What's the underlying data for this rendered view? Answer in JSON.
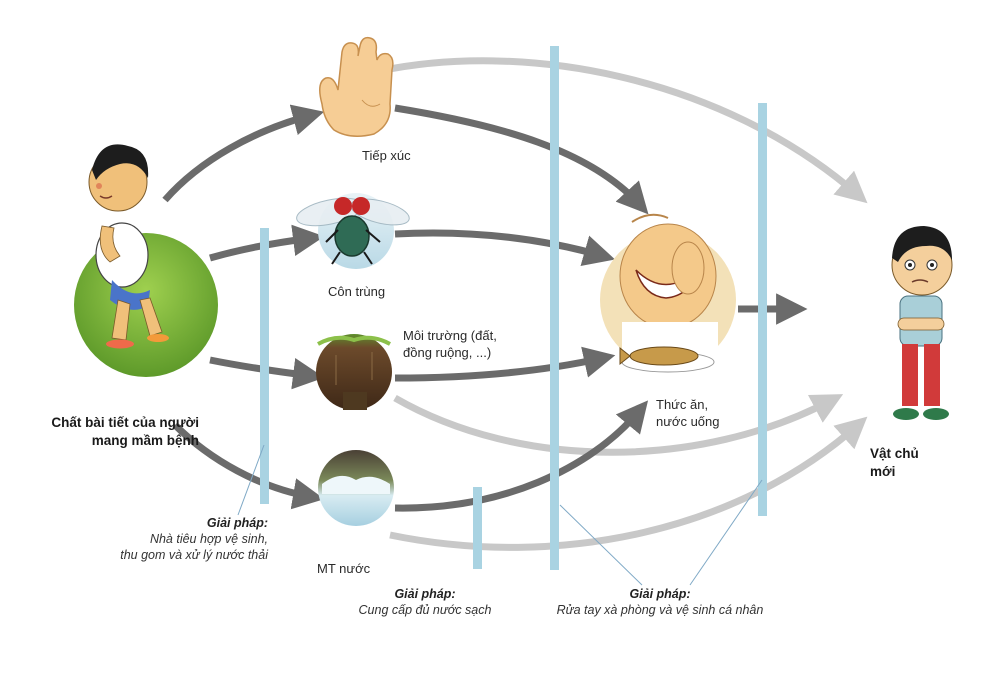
{
  "source": {
    "label_line1": "Chất bài tiết của người",
    "label_line2": "mang mầm bệnh"
  },
  "routes": {
    "contact": "Tiếp xúc",
    "insects": "Côn trùng",
    "environment_line1": "Môi trường (đất,",
    "environment_line2": "đồng ruộng, ...)",
    "water": "MT nước"
  },
  "intermediate": {
    "line1": "Thức ăn,",
    "line2": "nước uống"
  },
  "target": {
    "line1": "Vật chủ",
    "line2": "mới"
  },
  "solutions": [
    {
      "heading": "Giải pháp:",
      "line1": "Nhà tiêu hợp vệ sinh,",
      "line2": "thu gom và xử lý nước thải"
    },
    {
      "heading": "Giải pháp:",
      "line1": "Cung cấp đủ nước sạch"
    },
    {
      "heading": "Giải pháp:",
      "line1": "Rửa tay xà phòng và vệ sinh cá nhân"
    }
  ],
  "colors": {
    "dark_arrow": "#6b6b6b",
    "light_arrow": "#c8c8c8",
    "barrier": "#a9d3e2",
    "grass": "#7dbb3a"
  }
}
